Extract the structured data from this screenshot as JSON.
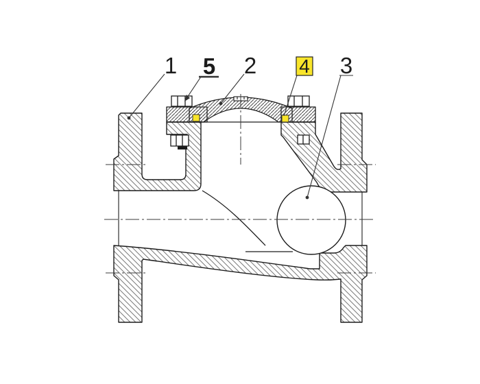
{
  "drawing": {
    "colors": {
      "background": "#ffffff",
      "outline": "#1c1c1c",
      "hatch_body": "#7a7a7a",
      "hatch_cover": "#4a4a4a",
      "centerline": "#3a3a3a",
      "gasket": "#f9e52b",
      "label_highlight": "#f9e52b"
    },
    "callouts": [
      {
        "text": "1",
        "style": "plain"
      },
      {
        "text": "2",
        "style": "plain"
      },
      {
        "text": "3",
        "style": "underlined"
      },
      {
        "text": "4",
        "style": "highlighted"
      },
      {
        "text": "5",
        "style": "bold-underlined"
      }
    ]
  }
}
